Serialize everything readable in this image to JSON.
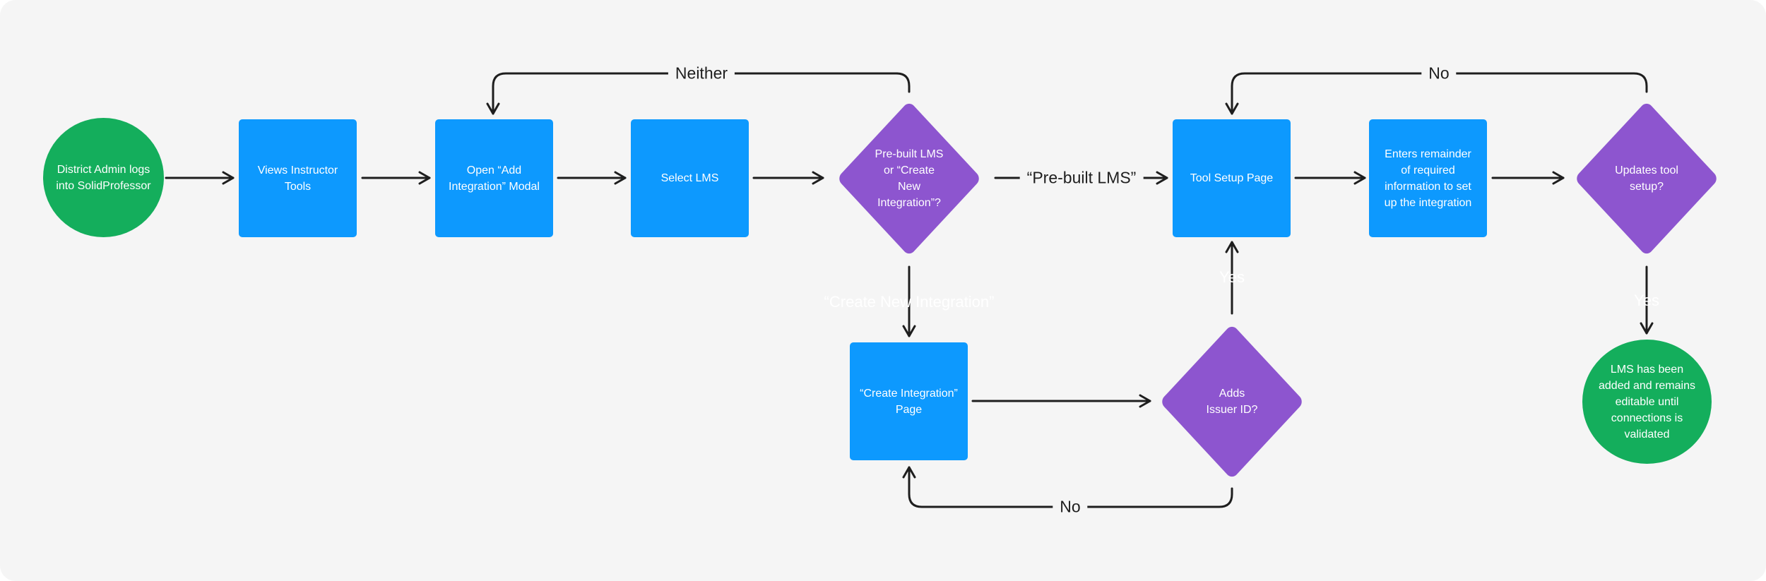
{
  "nodes": {
    "start": "District Admin logs into SolidProfessor",
    "views_tools": "Views Instructor Tools",
    "open_modal": "Open “Add Integration” Modal",
    "select_lms": "Select LMS",
    "decision_lms": "Pre-built LMS or “Create New Integration”?",
    "tool_setup": "Tool Setup Page",
    "enter_info": "Enters remainder of required information to set up the integration",
    "decision_update": "Updates tool setup?",
    "create_page": "“Create Integration” Page",
    "decision_issuer": "Adds Issuer ID?",
    "end": "LMS has been added and remains editable until connections is validated"
  },
  "edge_labels": {
    "neither": "Neither",
    "prebuilt": "“Pre-built LMS”",
    "create_new": "“Create New Integration”",
    "no_update": "No",
    "yes_update": "Yes",
    "yes_issuer": "Yes",
    "no_issuer": "No"
  },
  "colors": {
    "process": "#0d99fe",
    "decision": "#8d55cf",
    "terminal": "#14ae5c",
    "connector": "#1e1e1e",
    "background": "#f5f5f5"
  }
}
